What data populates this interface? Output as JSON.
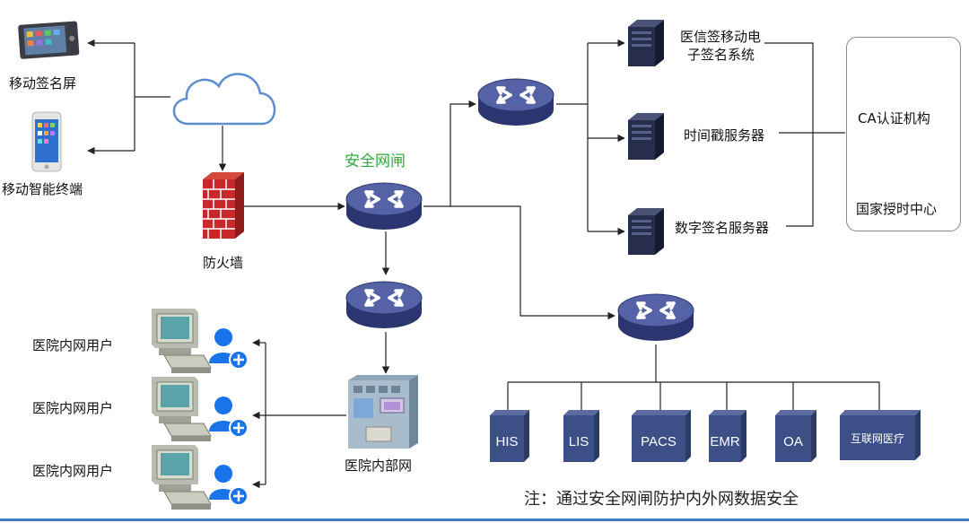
{
  "labels": {
    "mobile_sign_screen": "移动签名屏",
    "mobile_terminal": "移动智能终端",
    "firewall": "防火墙",
    "security_gateway": "安全网闸",
    "hospital_internal_user_1": "医院内网用户",
    "hospital_internal_user_2": "医院内网用户",
    "hospital_internal_user_3": "医院内网用户",
    "hospital_internal_network": "医院内部网",
    "medical_sign_system_line1": "医信签移动电",
    "medical_sign_system_line2": "子签名系统",
    "timestamp_server": "时间戳服务器",
    "digital_sign_server": "数字签名服务器",
    "ca_authority": "CA认证机构",
    "national_time_center": "国家授时中心"
  },
  "services": [
    "HIS",
    "LIS",
    "PACS",
    "EMR",
    "OA",
    "互联网医疗"
  ],
  "note": "注：通过安全网闸防护内外网数据安全",
  "colors": {
    "router_body": "#3d4a8c",
    "router_top": "#5562a6",
    "server_dark": "#222a44",
    "service_box": "#3c4f86",
    "ca_icon": "#1f7fd6",
    "user_icon": "#1a73e8",
    "firewall_brick": "#c8282a",
    "cloud_stroke": "#5d8fd0",
    "green_label": "#2faa3c"
  },
  "icons": [
    "tablet-icon",
    "phone-icon",
    "cloud-icon",
    "firewall-icon",
    "router-icon",
    "server-icon",
    "building-icon",
    "bank-icon",
    "computer-icon",
    "user-add-icon",
    "intranet-icon"
  ]
}
